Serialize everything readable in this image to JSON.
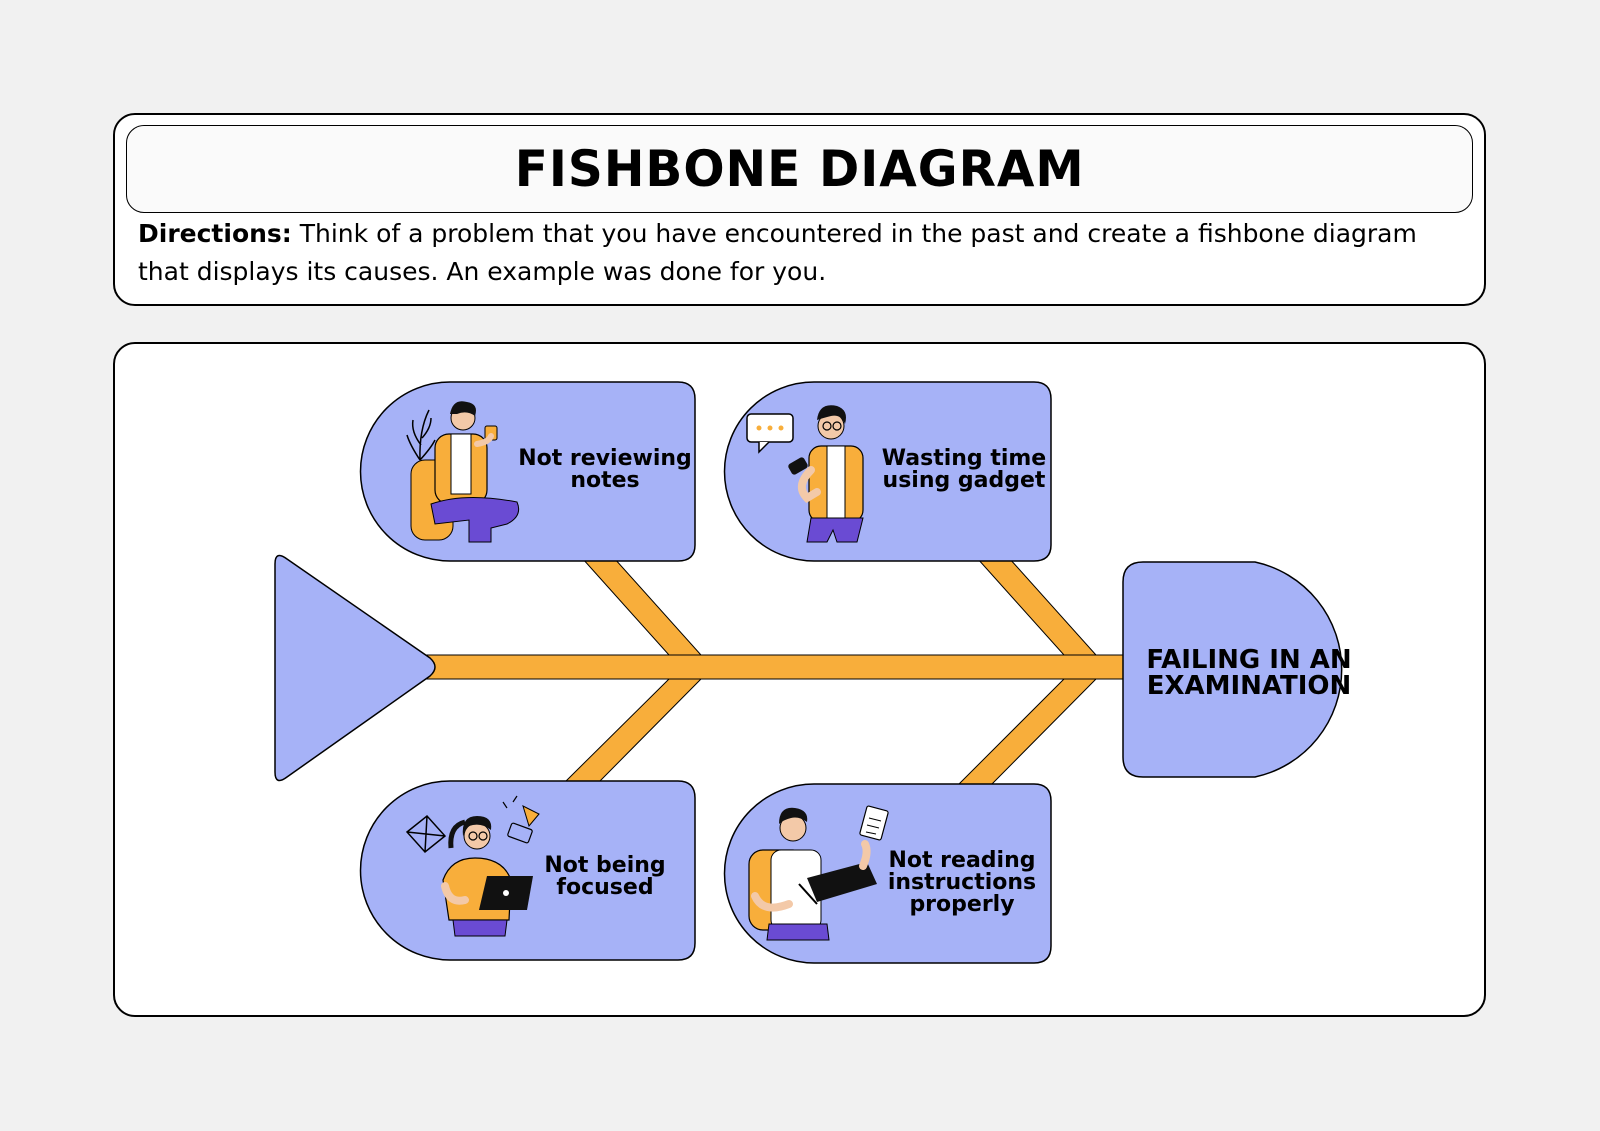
{
  "header": {
    "title": "FISHBONE DIAGRAM",
    "directions_label": "Directions:",
    "directions_text": " Think of a problem that you have encountered in the past and create a fishbone diagram that displays its causes. An example was done for you."
  },
  "effect": {
    "label": "FAILING IN AN EXAMINATION"
  },
  "causes": [
    {
      "label": "Not reviewing notes",
      "icon": "person-with-coffee-icon"
    },
    {
      "label": "Wasting time using gadget",
      "icon": "person-with-phone-icon"
    },
    {
      "label": "Not being focused",
      "icon": "person-with-laptop-icon"
    },
    {
      "label": "Not reading instructions properly",
      "icon": "person-with-clipboard-icon"
    }
  ],
  "colors": {
    "bubble": "#a6b2f7",
    "bone": "#f8ae3b",
    "outline": "#000000",
    "shirt": "#f8ae3b",
    "pants": "#6a4bd3"
  }
}
